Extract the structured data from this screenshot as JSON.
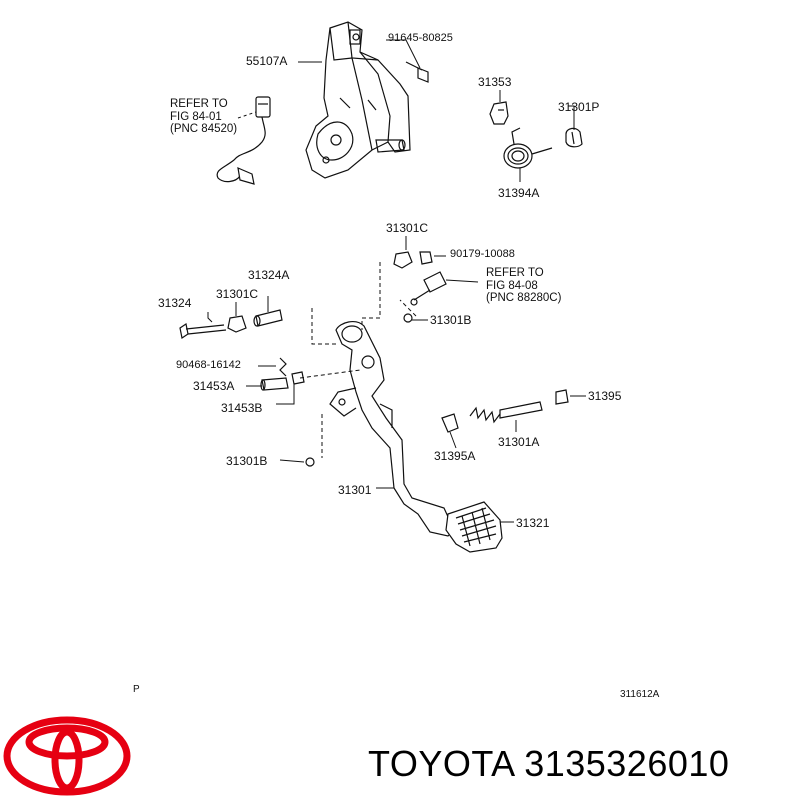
{
  "labels": {
    "p55107a": "55107A",
    "p91645": "91645-80825",
    "p31353": "31353",
    "p31301p": "31301P",
    "p31394a": "31394A",
    "p31301c_top": "31301C",
    "p90179": "90179-10088",
    "p31324a": "31324A",
    "p31324": "31324",
    "p31301c_left": "31301C",
    "p31301b_mid": "31301B",
    "p90468": "90468-16142",
    "p31453a": "31453A",
    "p31453b": "31453B",
    "p31395": "31395",
    "p31395a": "31395A",
    "p31301a": "31301A",
    "p31301b_low": "31301B",
    "p31301": "31301",
    "p31321": "31321"
  },
  "refs": {
    "fig8401": {
      "line1": "REFER TO",
      "line2": "FIG 84-01",
      "line3": "(PNC 84520)"
    },
    "fig8408": {
      "line1": "REFER TO",
      "line2": "FIG 84-08",
      "line3": "(PNC 88280C)"
    }
  },
  "corner": {
    "p_mark": "P",
    "illustration_code": "311612A"
  },
  "brand": {
    "text": "TOYOTA 3135326010",
    "logo_color": "#e60012"
  }
}
